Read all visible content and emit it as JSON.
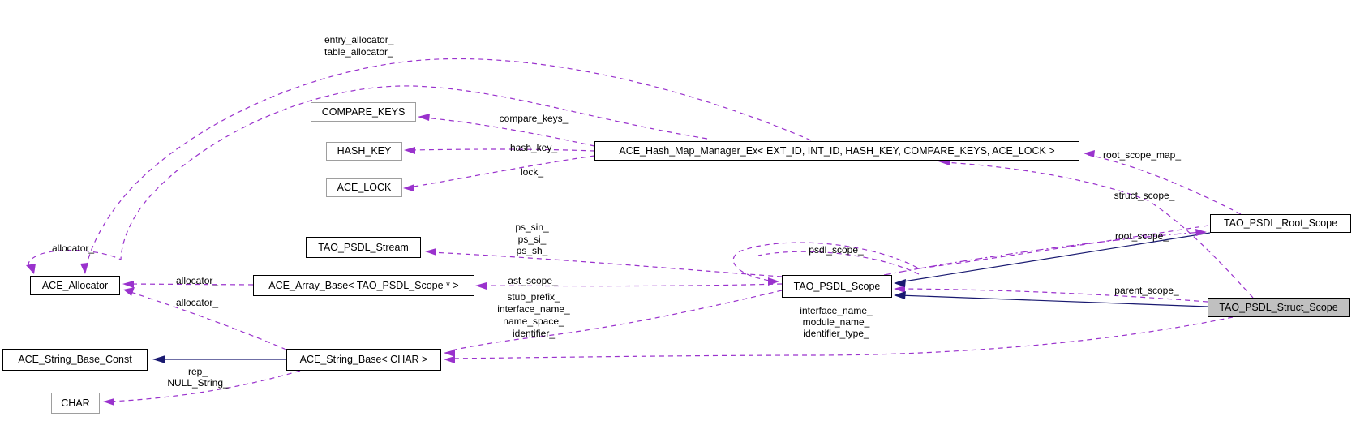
{
  "diagram": {
    "kind": "doxygen-collaboration-graph",
    "current_class": "TAO_PSDL_Struct_Scope"
  },
  "colors": {
    "page_bg": "#ffffff",
    "node_fill": "#ffffff",
    "node_border": "#000000",
    "template_node_border": "#9e9e9e",
    "highlight_fill": "#c0c0c0",
    "usage_edge": "#9a32cd",
    "inheritance_edge": "#191970",
    "label_text": "#000000"
  },
  "nodes": {
    "compare_keys": {
      "label": "COMPARE_KEYS"
    },
    "hash_key": {
      "label": "HASH_KEY"
    },
    "ace_lock": {
      "label": "ACE_LOCK"
    },
    "hash_map": {
      "label": "ACE_Hash_Map_Manager_Ex< EXT_ID, INT_ID, HASH_KEY, COMPARE_KEYS, ACE_LOCK >"
    },
    "stream": {
      "label": "TAO_PSDL_Stream"
    },
    "array_base": {
      "label": "ACE_Array_Base< TAO_PSDL_Scope * >"
    },
    "allocator": {
      "label": "ACE_Allocator"
    },
    "string_const": {
      "label": "ACE_String_Base_Const"
    },
    "string_base": {
      "label": "ACE_String_Base< CHAR >"
    },
    "char": {
      "label": "CHAR"
    },
    "scope": {
      "label": "TAO_PSDL_Scope"
    },
    "root_scope": {
      "label": "TAO_PSDL_Root_Scope"
    },
    "struct_scope": {
      "label": "TAO_PSDL_Struct_Scope"
    }
  },
  "edge_labels": {
    "entry_allocator": "entry_allocator_",
    "table_allocator": "table_allocator_",
    "compare_keys": "compare_keys_",
    "hash_key": "hash_key_",
    "lock": "lock_",
    "root_scope_map": "root_scope_map_",
    "struct_scope": "struct_scope_",
    "root_scope": "root_scope_",
    "parent_scope": "parent_scope_",
    "psdl_scope": "psdl_scope_",
    "ps_sin": "ps_sin_",
    "ps_si": "ps_si_",
    "ps_sh": "ps_sh_",
    "ast_scope": "ast_scope_",
    "stub_prefix": "stub_prefix_",
    "interface_name": "interface_name_",
    "name_space": "name_space_",
    "identifier": "identifier_",
    "allocator_self": "allocator_",
    "allocator_array": "allocator_",
    "allocator_string": "allocator_",
    "rep": "rep_",
    "null_string": "NULL_String_",
    "interface_name2": "interface_name_",
    "module_name": "module_name_",
    "identifier_type": "identifier_type_"
  }
}
